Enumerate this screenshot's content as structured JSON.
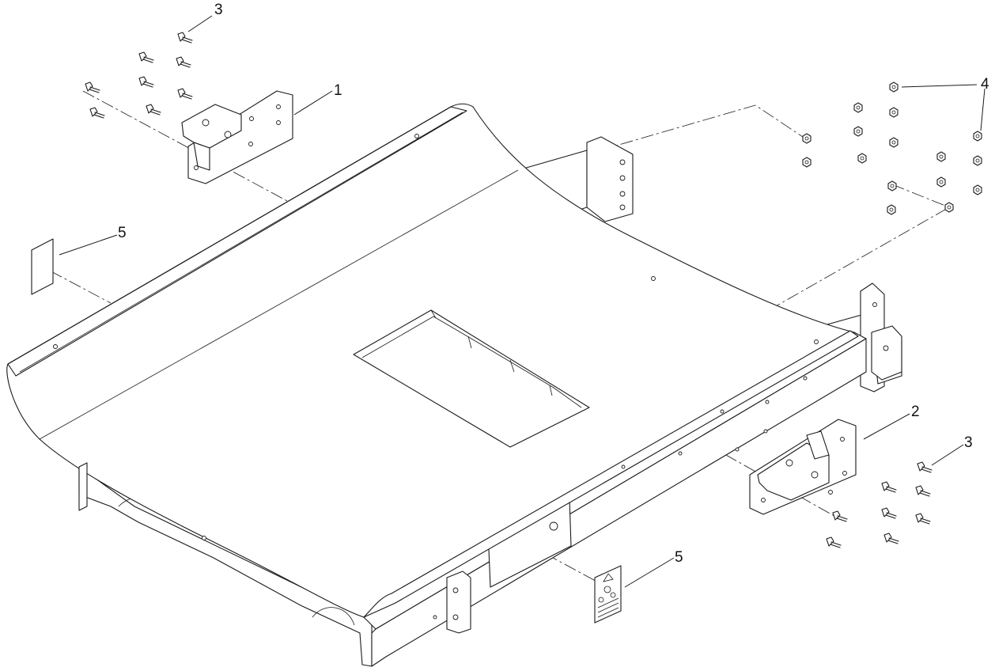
{
  "diagram": {
    "callouts": {
      "c1": "1",
      "c2": "2",
      "c3a": "3",
      "c3b": "3",
      "c4": "4",
      "c5a": "5",
      "c5b": "5"
    }
  }
}
